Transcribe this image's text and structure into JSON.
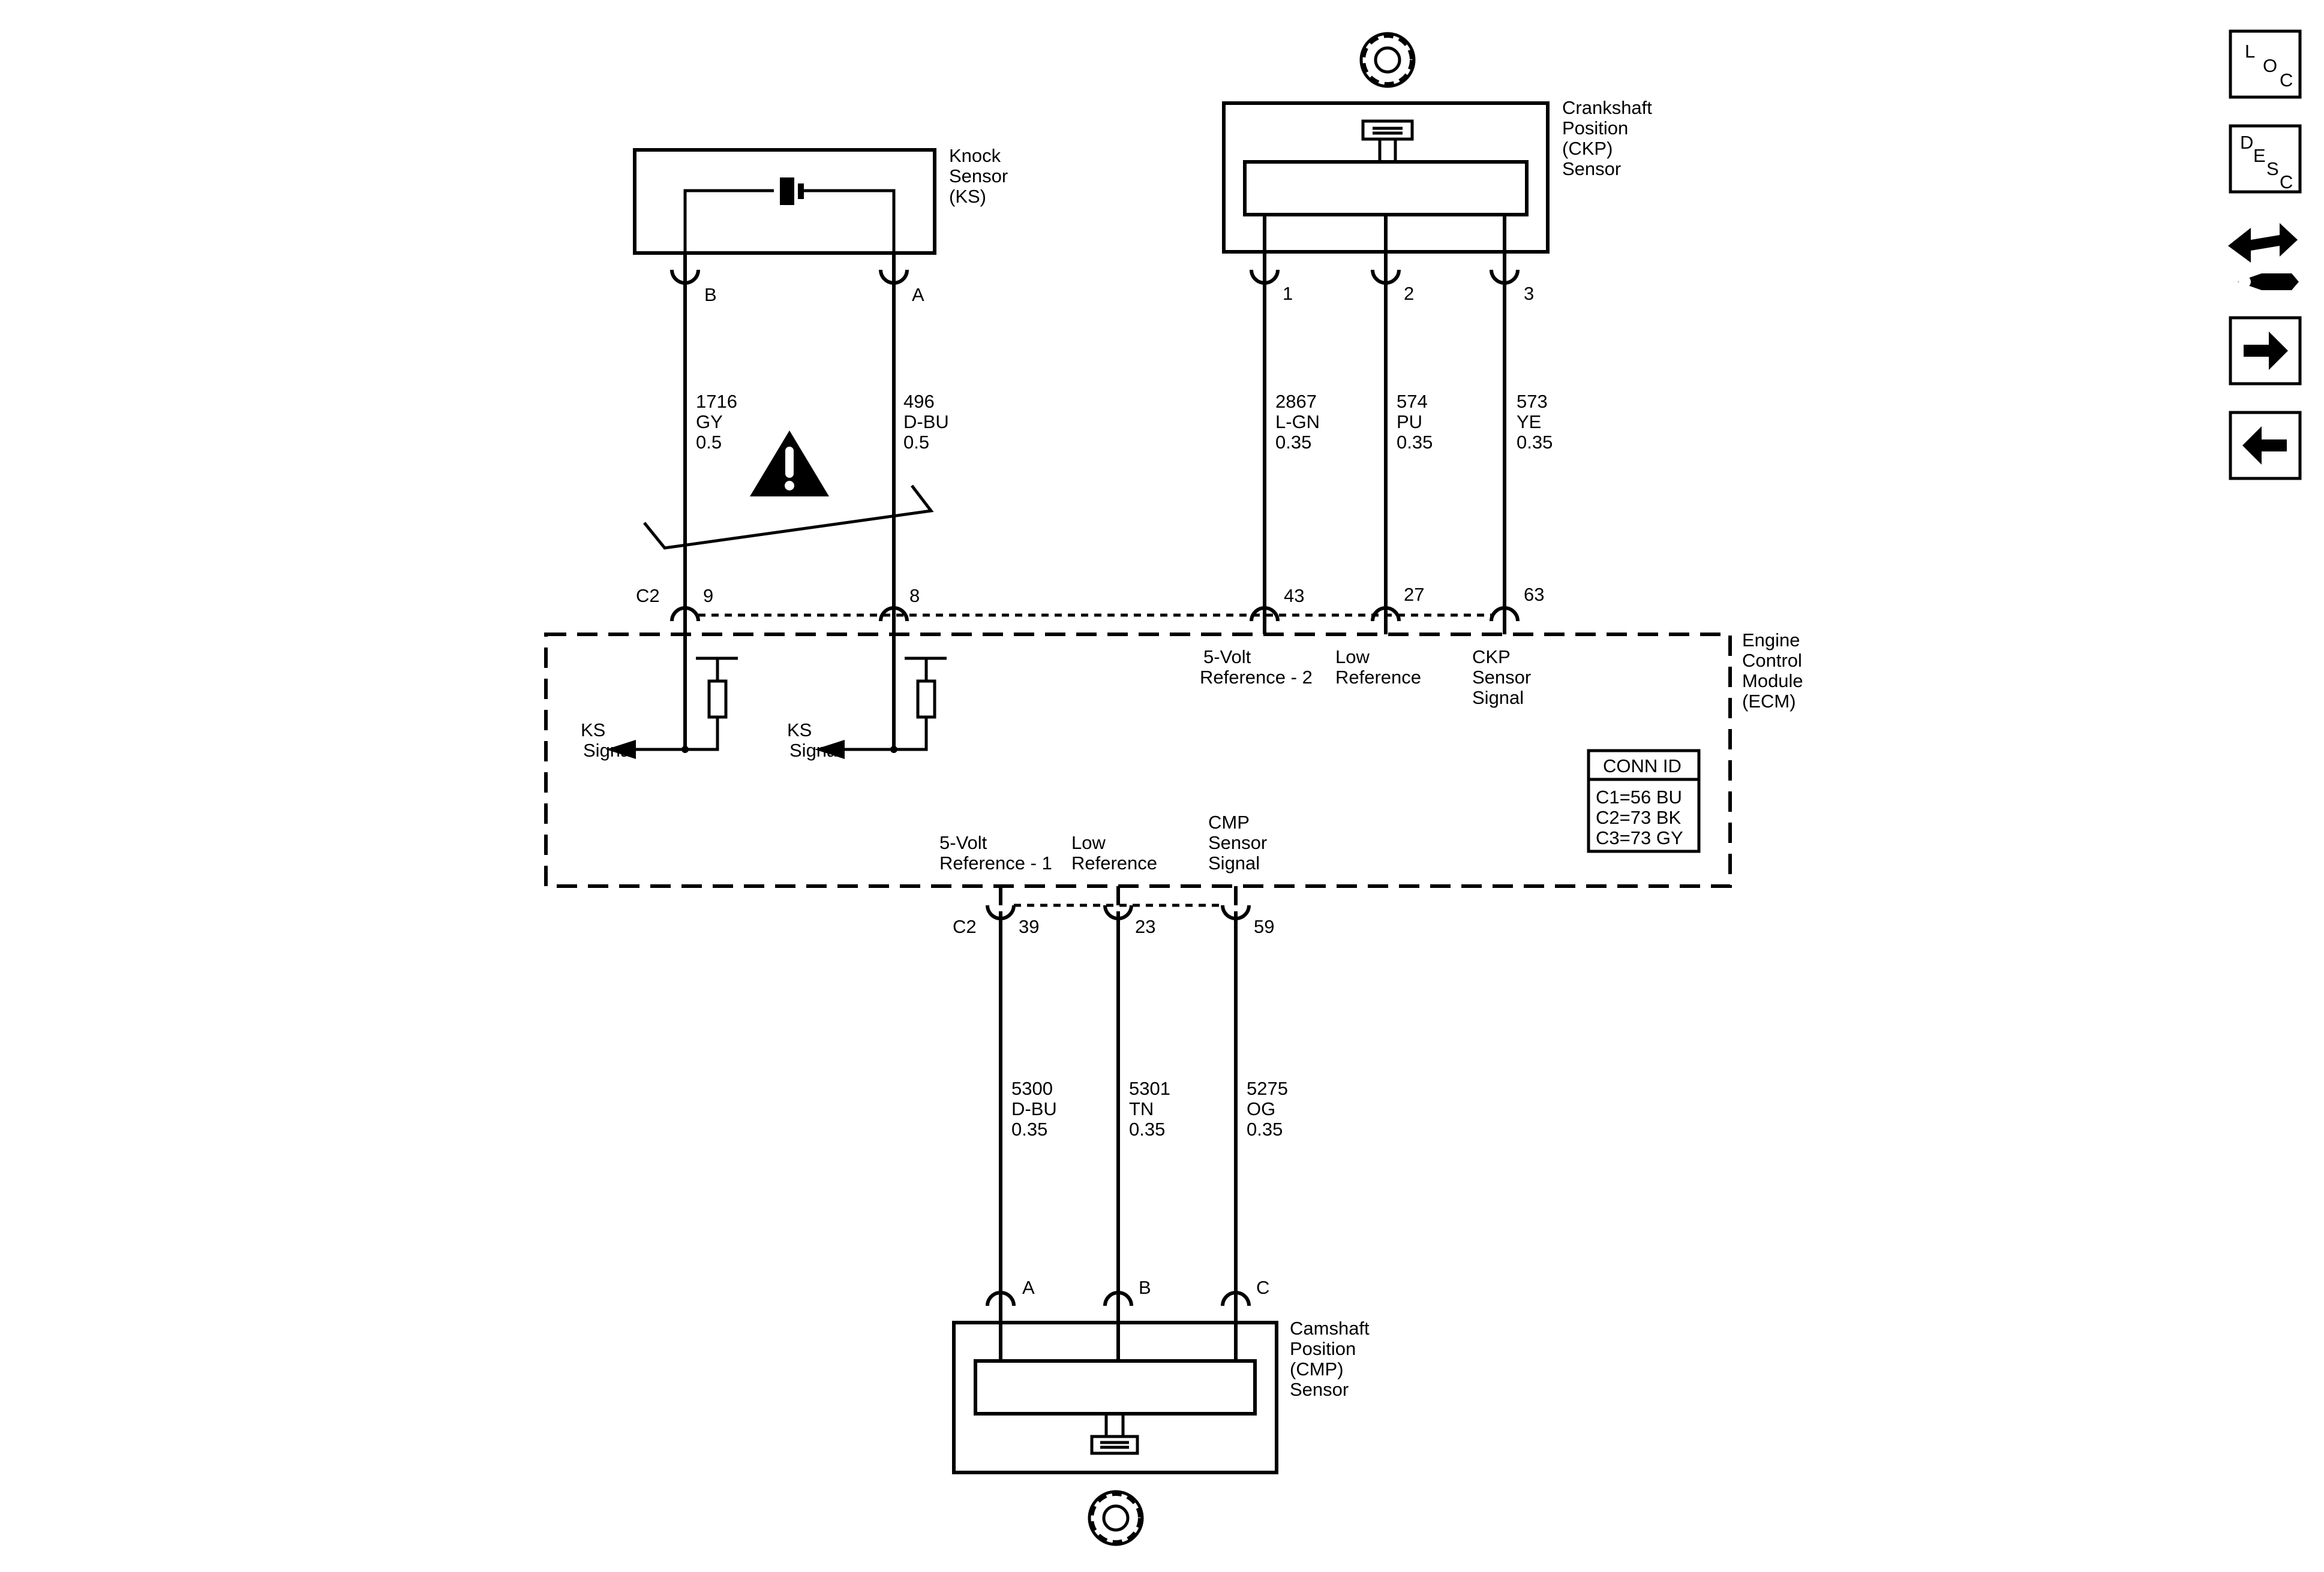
{
  "knock_sensor": {
    "label": [
      "Knock",
      "Sensor",
      "(KS)"
    ],
    "pins": {
      "b": "B",
      "a": "A"
    }
  },
  "ckp_sensor": {
    "label": [
      "Crankshaft",
      "Position",
      "(CKP)",
      "Sensor"
    ],
    "pins": {
      "p1": "1",
      "p2": "2",
      "p3": "3"
    }
  },
  "cmp_sensor": {
    "label": [
      "Camshaft",
      "Position",
      "(CMP)",
      "Sensor"
    ],
    "pins": {
      "a": "A",
      "b": "B",
      "c": "C"
    }
  },
  "wires": {
    "ks_b": [
      "1716",
      "GY",
      "0.5"
    ],
    "ks_a": [
      "496",
      "D-BU",
      "0.5"
    ],
    "ckp_1": [
      "2867",
      "L-GN",
      "0.35"
    ],
    "ckp_2": [
      "574",
      "PU",
      "0.35"
    ],
    "ckp_3": [
      "573",
      "YE",
      "0.35"
    ],
    "cmp_a": [
      "5300",
      "D-BU",
      "0.35"
    ],
    "cmp_b": [
      "5301",
      "TN",
      "0.35"
    ],
    "cmp_c": [
      "5275",
      "OG",
      "0.35"
    ]
  },
  "ecm": {
    "label": [
      "Engine",
      "Control",
      "Module",
      "(ECM)"
    ],
    "top_connector": "C2",
    "top_pins": {
      "p9": "9",
      "p8": "8",
      "p43": "43",
      "p27": "27",
      "p63": "63"
    },
    "bottom_connector": "C2",
    "bottom_pins": {
      "p39": "39",
      "p23": "23",
      "p59": "59"
    },
    "ks_signal_1": [
      "KS",
      "Signal"
    ],
    "ks_signal_2": [
      "KS",
      "Signal"
    ],
    "ref2": [
      "5-Volt",
      "Reference - 2"
    ],
    "low_ref_top": [
      "Low",
      "Reference"
    ],
    "ckp_signal": [
      "CKP",
      "Sensor",
      "Signal"
    ],
    "ref1": [
      "5-Volt",
      "Reference - 1"
    ],
    "low_ref_bottom": [
      "Low",
      "Reference"
    ],
    "cmp_signal": [
      "CMP",
      "Sensor",
      "Signal"
    ],
    "conn_id": {
      "title": "CONN ID",
      "rows": [
        "C1=56 BU",
        "C2=73 BK",
        "C3=73 GY"
      ]
    }
  },
  "nav": {
    "loc": [
      "L",
      "O",
      "C"
    ],
    "desc": [
      "D",
      "E",
      "S",
      "C"
    ]
  }
}
